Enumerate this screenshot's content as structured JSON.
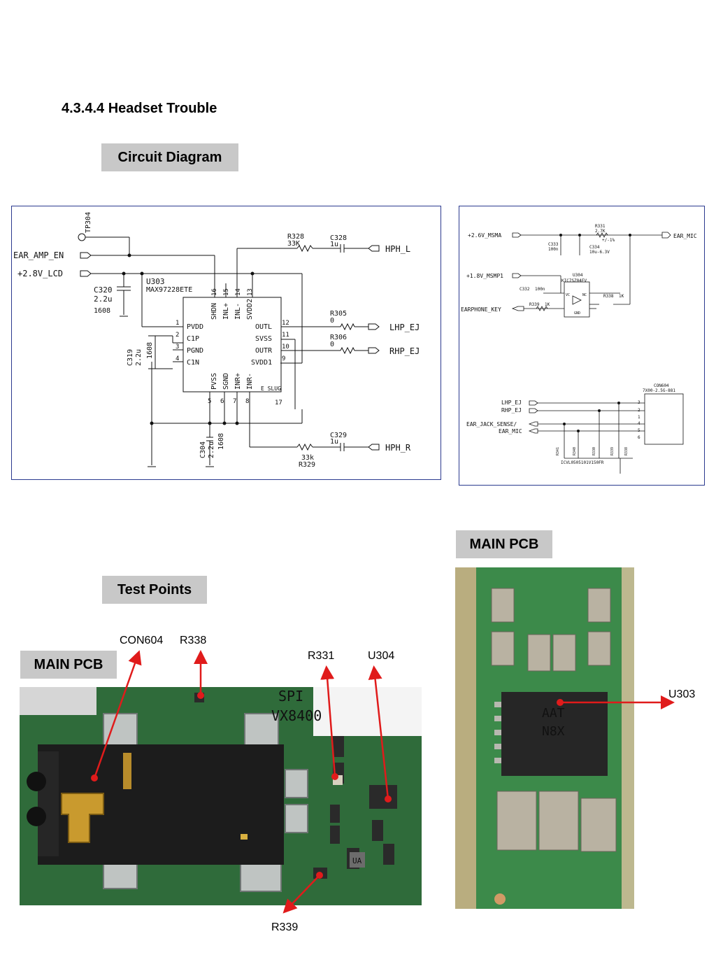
{
  "section": {
    "title": "4.3.4.4 Headset Trouble"
  },
  "labels": {
    "circuit_diagram": "Circuit Diagram",
    "test_points": "Test Points",
    "main_pcb_left": "MAIN PCB",
    "main_pcb_right": "MAIN PCB"
  },
  "callouts": {
    "con604": "CON604",
    "r338": "R338",
    "r331": "R331",
    "u304": "U304",
    "r339": "R339",
    "u303": "U303"
  },
  "schematic_left": {
    "tp304": "TP304",
    "ear_amp_en": "EAR_AMP_EN",
    "v28_lcd": "+2.8V_LCD",
    "c320": "C320",
    "c320_val": "2.2u",
    "c320_pkg": "1608",
    "u303": "U303",
    "u303_part": "MAX97228ETE",
    "c319": "C319",
    "c319_val": "2.2u",
    "c319_pkg": "1608",
    "c304": "C304",
    "c304_val": "2.2u",
    "c304_pkg": "1608",
    "r328": "R328",
    "r328_val": "33K",
    "c328": "C328",
    "c328_val": "1u",
    "hph_l": "HPH_L",
    "r305a": "R305",
    "r305a_val": "0",
    "lhp_ej": "LHP_EJ",
    "r305b": "R306",
    "r305b_val": "0",
    "rhp_ej": "RHP_EJ",
    "c329": "C329",
    "c329_val": "1u",
    "hph_r": "HPH_R",
    "r329_val": "33k",
    "r329": "R329",
    "pins_left": [
      "PVDD",
      "C1P",
      "PGND",
      "C1N"
    ],
    "pins_left_num": [
      "1",
      "2",
      "3",
      "4"
    ],
    "pins_right": [
      "OUTL",
      "SVSS",
      "OUTR",
      "SVDD1"
    ],
    "pins_right_num": [
      "12",
      "11",
      "10",
      "9"
    ],
    "pins_top": [
      "SHDN",
      "INL+",
      "INL-",
      "SVDD2"
    ],
    "pins_top_num": [
      "16",
      "15",
      "14",
      "13"
    ],
    "pins_bottom": [
      "PVSS",
      "SGND",
      "INR+",
      "INR-"
    ],
    "pins_bottom_num": [
      "5",
      "6",
      "7",
      "8"
    ],
    "eslug": "E_SLUG",
    "eslug_num": "17"
  },
  "schematic_right": {
    "v26_msma": "+2.6V_MSMA",
    "r331": "R331",
    "r331_val": "2.7K",
    "r331_tol": "+/-1%",
    "c333": "C333",
    "c333_val": "100n",
    "c334": "C334",
    "c334_val": "10u-6.3V",
    "ear_mic": "EAR_MIC",
    "v18_msmp1": "+1.8V_MSMP1",
    "u304": "U304",
    "u304_part": "KIC7SZ04FV",
    "c332": "C332",
    "c332_val": "100n",
    "r338": "R338",
    "r338_val": "1K",
    "earphone_key": "EARPHONE_KEY",
    "r339": "R339",
    "r339_val": "1K",
    "con604": "CON604",
    "con604_part": "7X00-2.5G-881",
    "lhp_ej": "LHP_EJ",
    "rhp_ej": "RHP_EJ",
    "ear_jack_sense": "EAR_JACK_SENSE/",
    "ear_mic2": "EAR_MIC",
    "con_pins": [
      "3",
      "2",
      "1",
      "4",
      "5",
      "6"
    ],
    "tvs_part": "ICVL0505101V150FR",
    "tvs_labels": [
      "R341",
      "R340",
      "R330",
      "R339",
      "R338"
    ],
    "vc": "VC",
    "nc": "NC",
    "gnd": "GND"
  },
  "pcb_left": {
    "silkscreen_top": "SPI",
    "silkscreen_mid": "VX8400",
    "chip_marking": "UA"
  },
  "pcb_right": {
    "chip_marking_1": "AAT",
    "chip_marking_2": "N8X"
  },
  "colors": {
    "frame": "#2b3a8f",
    "arrow": "#e01b1b",
    "label_bg": "#c8c8c8",
    "pcb_green": "#2f6b3a",
    "pcb_right_green": "#3c8a4a"
  }
}
